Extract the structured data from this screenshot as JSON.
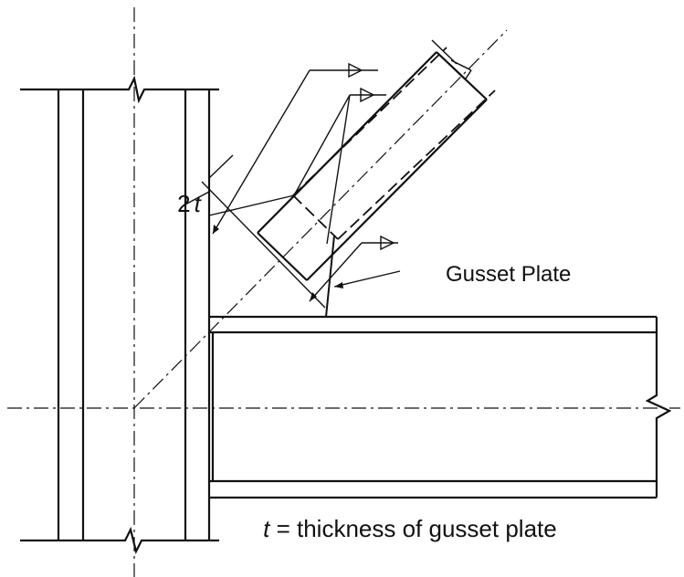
{
  "labels": {
    "gusset_plate": "Gusset Plate",
    "dimension_value": "2",
    "dimension_var": "t",
    "legend_var": "t",
    "legend_text": " = thickness of gusset plate"
  },
  "colors": {
    "line": "#111111",
    "background": "#ffffff"
  }
}
